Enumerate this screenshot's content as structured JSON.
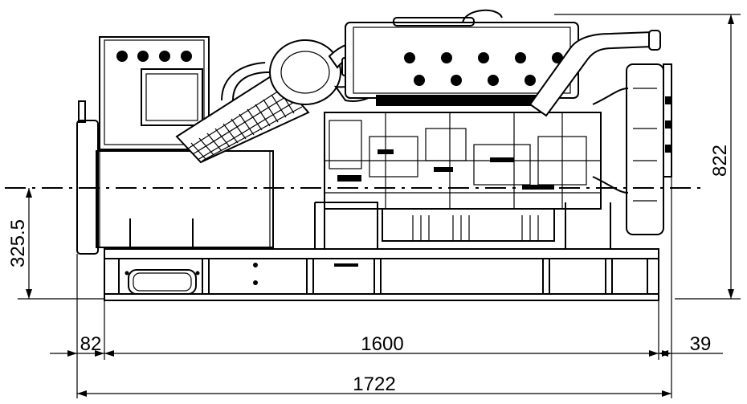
{
  "drawing": {
    "type": "generator-set side elevation with dimensions",
    "dimensions": {
      "overall_length": "1722",
      "base_length": "1600",
      "left_offset": "82",
      "right_offset": "39",
      "height": "822",
      "centerline_height": "325.5"
    }
  }
}
